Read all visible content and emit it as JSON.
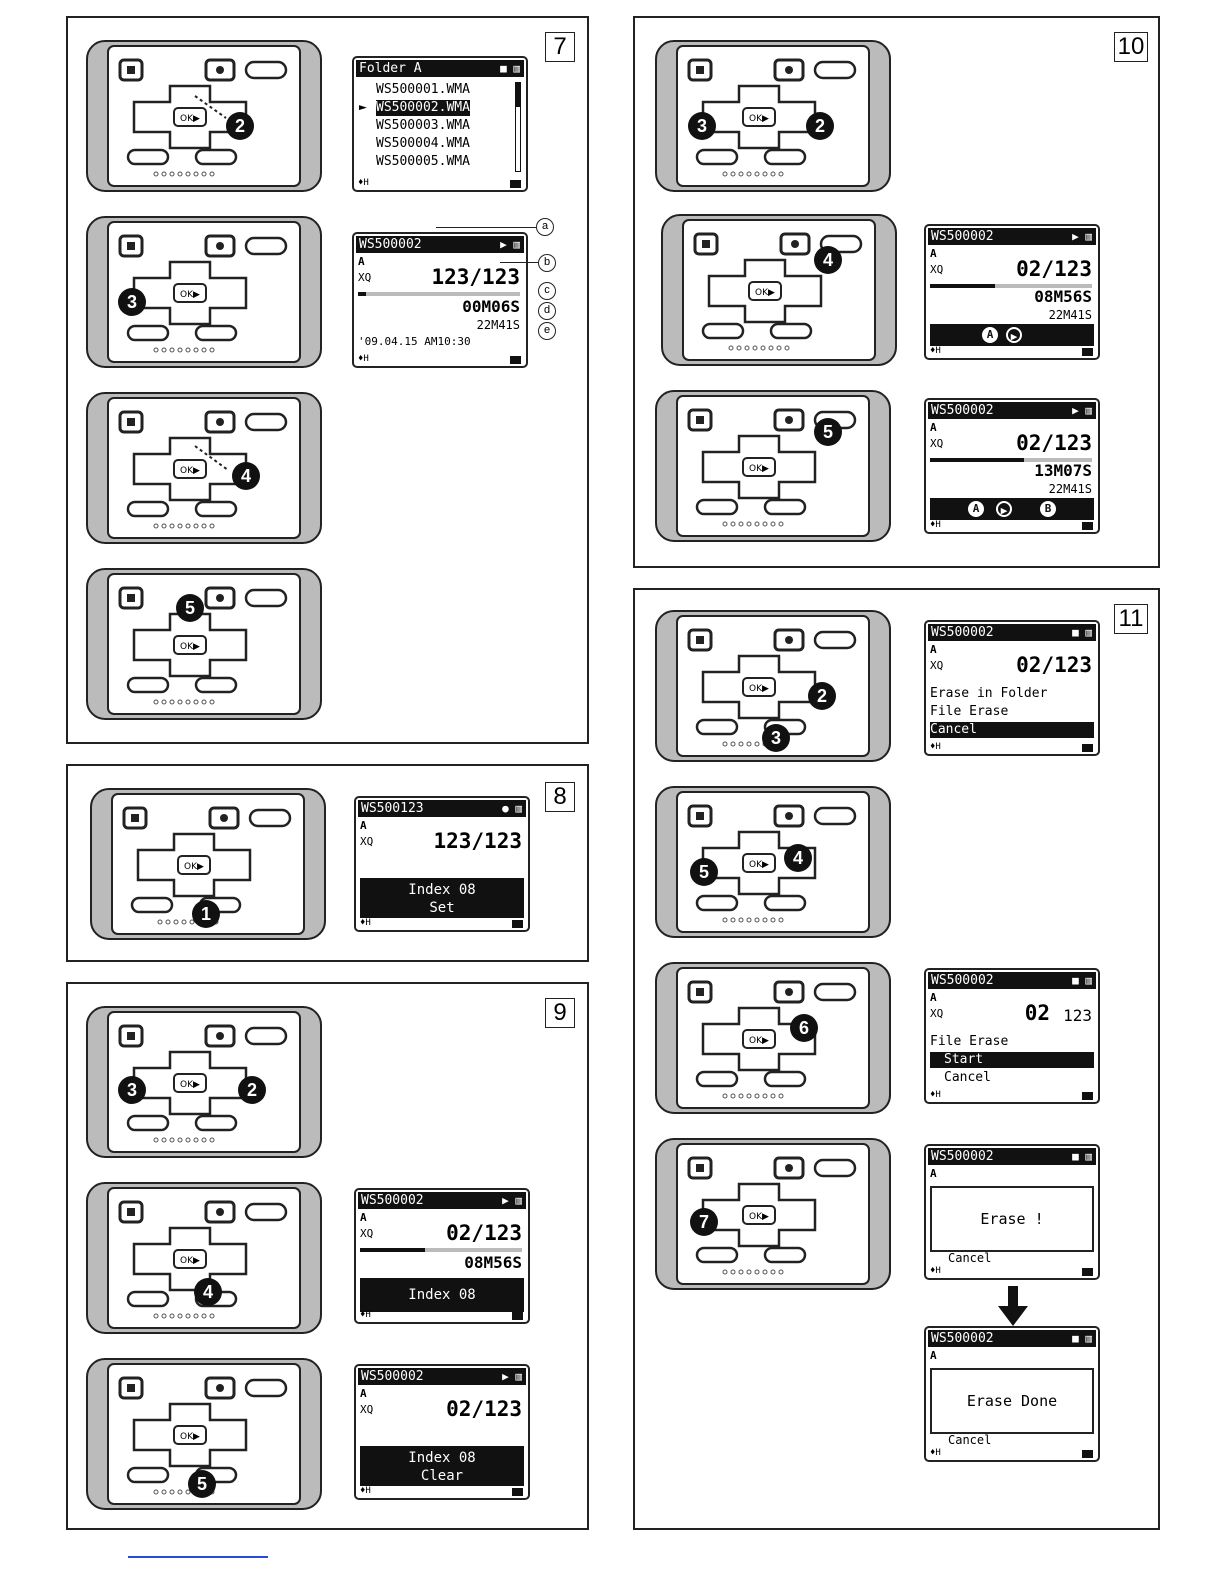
{
  "steps": {
    "s7": "7",
    "s8": "8",
    "s9": "9",
    "s10": "10",
    "s11": "11"
  },
  "callouts": [
    "1",
    "2",
    "3",
    "4",
    "5",
    "6",
    "7"
  ],
  "icons": {
    "battery": "battery-icon",
    "play": "play-icon",
    "stop": "stop-icon",
    "record": "record-icon",
    "folder": "folder-icon",
    "mic": "mic-icon"
  },
  "screen7a": {
    "title": "Folder A",
    "files": [
      "WS500001.WMA",
      "WS500002.WMA",
      "WS500003.WMA",
      "WS500004.WMA",
      "WS500005.WMA"
    ],
    "selected": 1,
    "foot": "♦H"
  },
  "screen7b": {
    "title": "WS500002",
    "folder": "A",
    "mode": "XQ",
    "count": "123/123",
    "elapsed": "00M06S",
    "total": "22M41S",
    "date": "'09.04.15 AM10:30",
    "foot": "♦H",
    "progress": 0.05
  },
  "labels7": [
    "a",
    "b",
    "c",
    "d",
    "e"
  ],
  "screen8": {
    "title": "WS500123",
    "folder": "A",
    "mode": "XQ",
    "count": "123/123",
    "msg1": "Index 08",
    "msg2": "Set",
    "foot": "♦H"
  },
  "screen9a": {
    "title": "WS500002",
    "folder": "A",
    "mode": "XQ",
    "count": "02/123",
    "elapsed": "08M56S",
    "msg1": "Index 08",
    "foot": "♦H",
    "progress": 0.4
  },
  "screen9b": {
    "title": "WS500002",
    "folder": "A",
    "mode": "XQ",
    "count": "02/123",
    "msg1": "Index 08",
    "msg2": "Clear",
    "foot": "♦H"
  },
  "screen10a": {
    "title": "WS500002",
    "folder": "A",
    "mode": "XQ",
    "count": "02/123",
    "elapsed": "08M56S",
    "total": "22M41S",
    "markA": "A",
    "foot": "♦H",
    "progress": 0.4
  },
  "screen10b": {
    "title": "WS500002",
    "folder": "A",
    "mode": "XQ",
    "count": "02/123",
    "elapsed": "13M07S",
    "total": "22M41S",
    "markA": "A",
    "markB": "B",
    "foot": "♦H",
    "progress": 0.58
  },
  "screen11a": {
    "title": "WS500002",
    "folder": "A",
    "mode": "XQ",
    "count": "02/123",
    "opt1": "Erase in Folder",
    "opt2": "File Erase",
    "opt3": "Cancel",
    "foot": "♦H"
  },
  "screen11b": {
    "title": "WS500002",
    "folder": "A",
    "mode": "XQ",
    "count": "02",
    "count2": "123",
    "head": "File Erase",
    "opt1": "Start",
    "opt2": "Cancel",
    "foot": "♦H"
  },
  "screen11c": {
    "title": "WS500002",
    "folder": "A",
    "popup": "Erase !",
    "under": "Cancel",
    "foot": "♦H"
  },
  "screen11d": {
    "title": "WS500002",
    "folder": "A",
    "popup": "Erase Done",
    "under": "Cancel",
    "foot": "♦H"
  }
}
